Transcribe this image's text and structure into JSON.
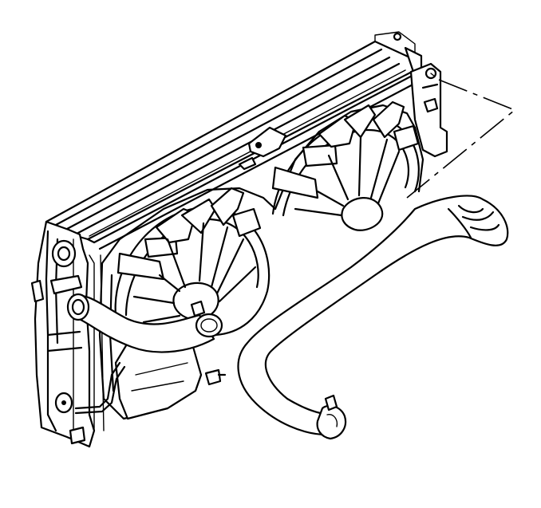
{
  "figure": {
    "kind": "line-art exploded view",
    "components": [
      "radiator",
      "cooling-fan-shroud",
      "left-cooling-fan",
      "right-cooling-fan",
      "radiator-outlet-hose",
      "radiator-inlet-hose",
      "hose-clamps"
    ],
    "colors": {
      "line": "#000000",
      "background": "#ffffff"
    }
  }
}
